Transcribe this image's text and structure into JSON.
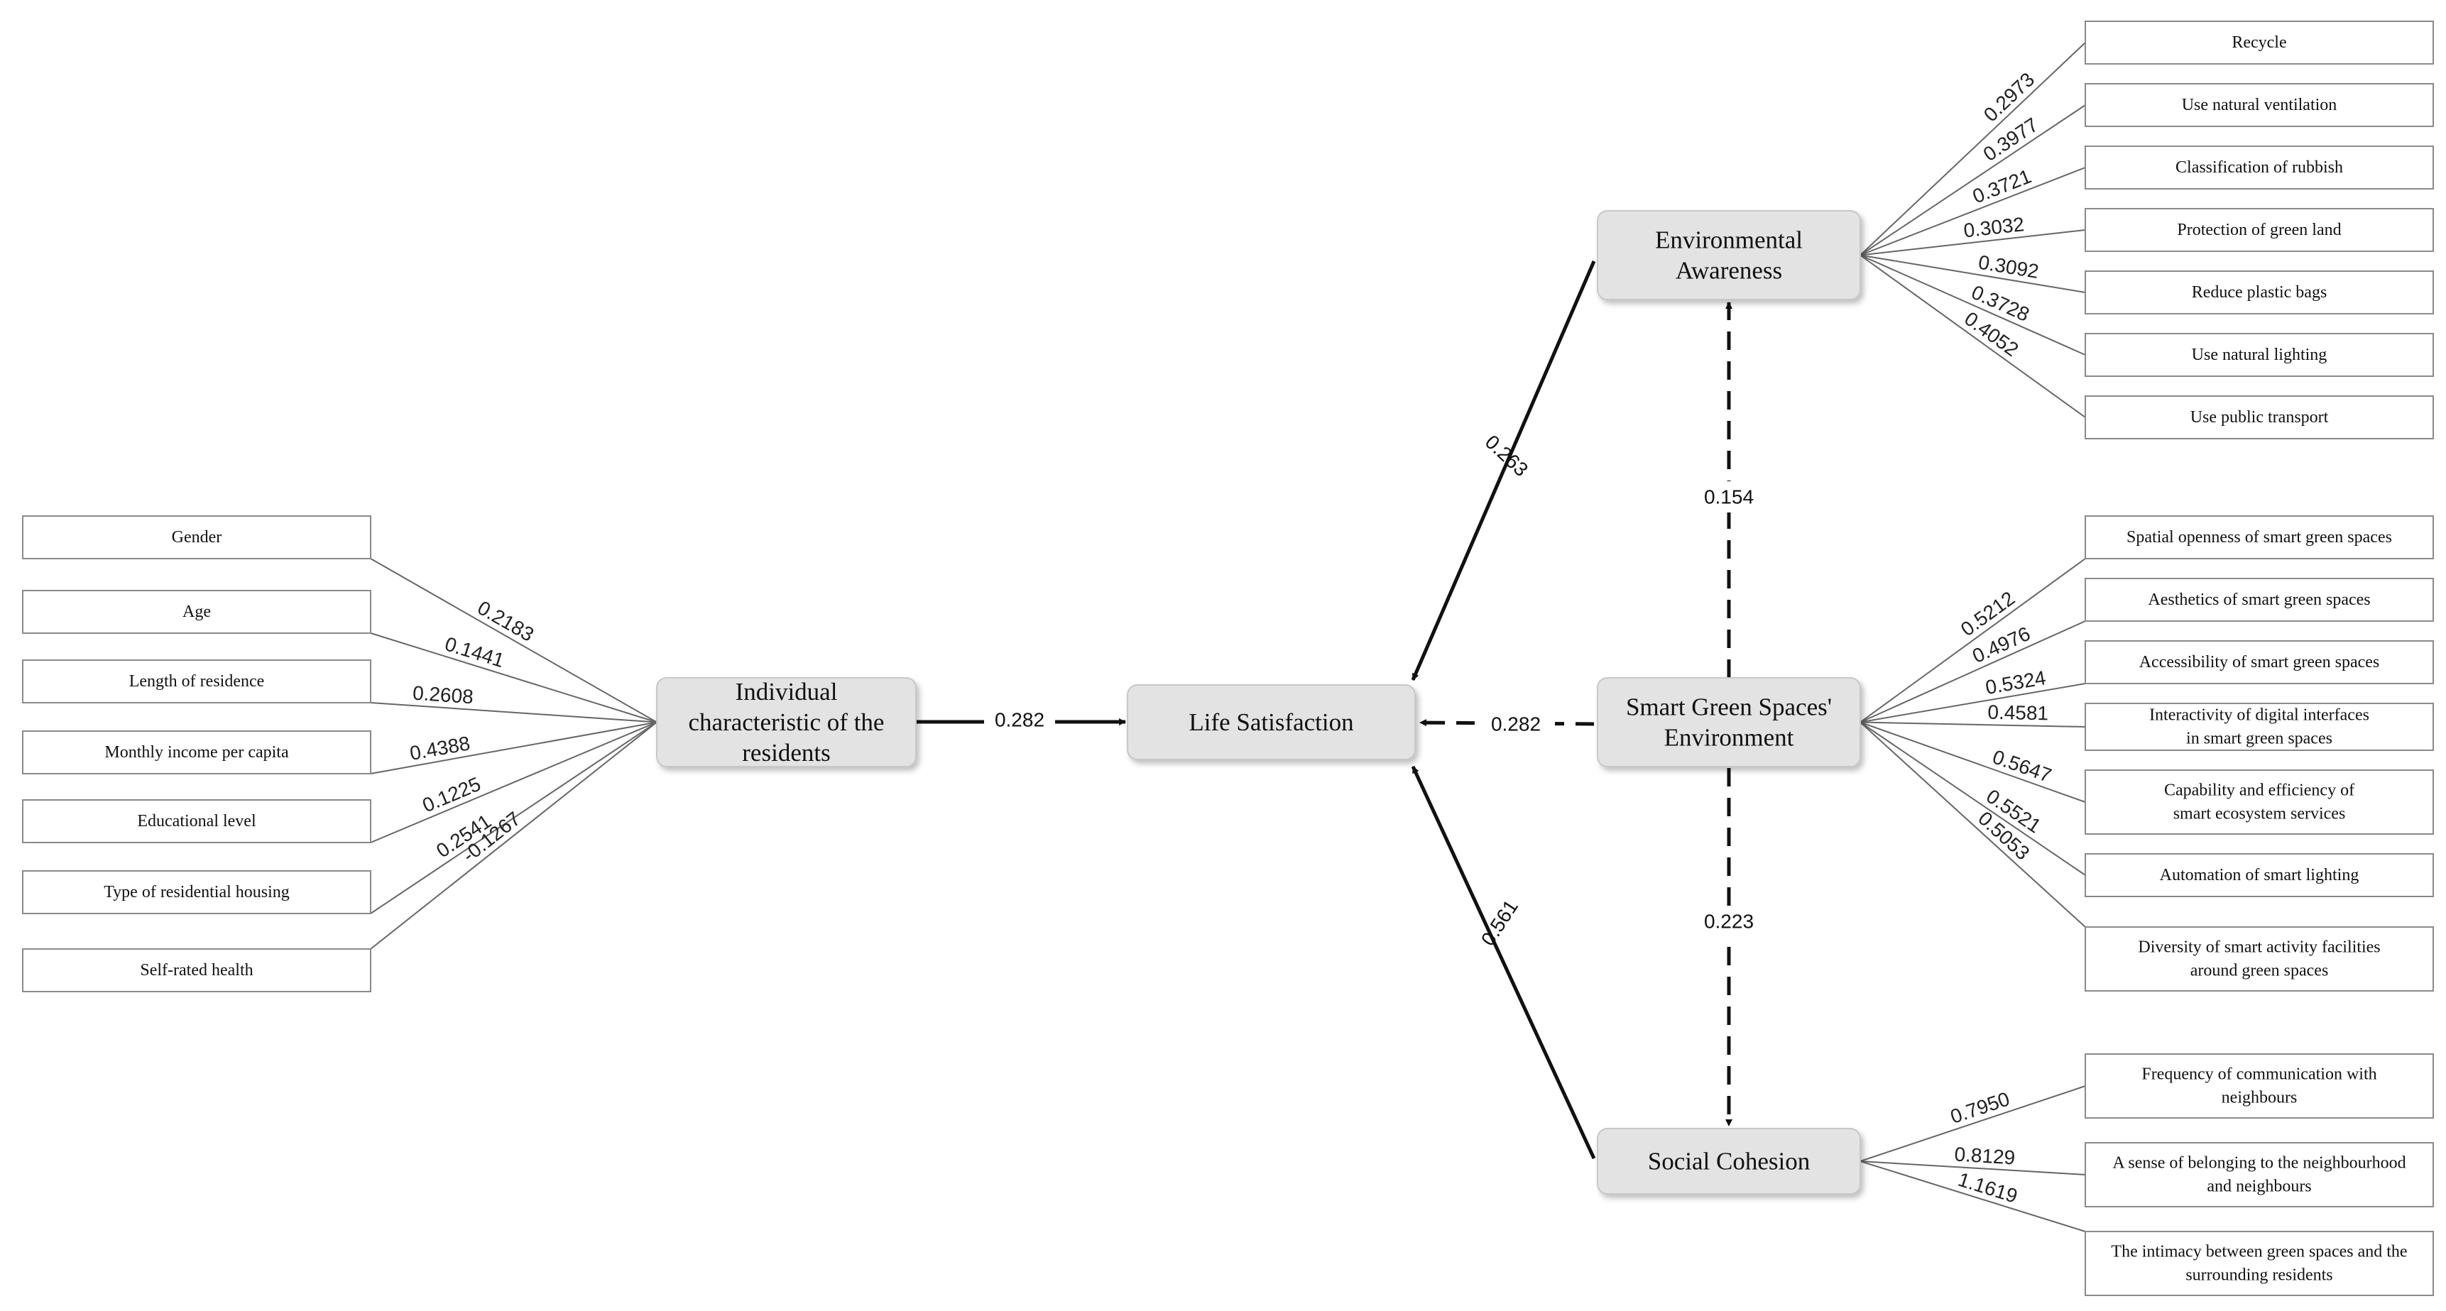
{
  "latents": {
    "individual": {
      "lines": [
        "Individual",
        "characteristic of the",
        "residents"
      ]
    },
    "life": {
      "lines": [
        "Life Satisfaction"
      ]
    },
    "env": {
      "lines": [
        "Environmental",
        "Awareness"
      ]
    },
    "sgs": {
      "lines": [
        "Smart Green Spaces'",
        "Environment"
      ]
    },
    "social": {
      "lines": [
        "Social Cohesion"
      ]
    }
  },
  "individual_indicators": [
    {
      "lines": [
        "Gender"
      ],
      "loading": "0.2183"
    },
    {
      "lines": [
        "Age"
      ],
      "loading": "0.1441"
    },
    {
      "lines": [
        "Length of residence"
      ],
      "loading": "0.2608"
    },
    {
      "lines": [
        "Monthly income per capita"
      ],
      "loading": "0.4388"
    },
    {
      "lines": [
        "Educational level"
      ],
      "loading": "0.1225"
    },
    {
      "lines": [
        "Type of residential housing"
      ],
      "loading": "0.2541"
    },
    {
      "lines": [
        "Self-rated health"
      ],
      "loading": "-0.1267"
    }
  ],
  "env_indicators": [
    {
      "lines": [
        "Recycle"
      ],
      "loading": "0.2973"
    },
    {
      "lines": [
        "Use natural ventilation"
      ],
      "loading": "0.3977"
    },
    {
      "lines": [
        "Classification of rubbish"
      ],
      "loading": "0.3721"
    },
    {
      "lines": [
        "Protection of green land"
      ],
      "loading": "0.3032"
    },
    {
      "lines": [
        "Reduce plastic bags"
      ],
      "loading": "0.3092"
    },
    {
      "lines": [
        "Use natural lighting"
      ],
      "loading": "0.3728"
    },
    {
      "lines": [
        "Use public transport"
      ],
      "loading": "0.4052"
    }
  ],
  "sgs_indicators": [
    {
      "lines": [
        "Spatial openness of smart green spaces"
      ],
      "loading": "0.5212"
    },
    {
      "lines": [
        "Aesthetics of smart green spaces"
      ],
      "loading": "0.4976"
    },
    {
      "lines": [
        "Accessibility of smart green spaces"
      ],
      "loading": "0.5324"
    },
    {
      "lines": [
        "Interactivity of digital interfaces",
        "in smart green spaces"
      ],
      "loading": "0.4581"
    },
    {
      "lines": [
        "Capability and efficiency of",
        "smart ecosystem services"
      ],
      "loading": "0.5647"
    },
    {
      "lines": [
        "Automation of smart lighting"
      ],
      "loading": "0.5521"
    },
    {
      "lines": [
        "Diversity of smart activity facilities",
        "around green spaces"
      ],
      "loading": "0.5053"
    }
  ],
  "social_indicators": [
    {
      "lines": [
        "Frequency of communication with",
        "neighbours"
      ],
      "loading": "0.7950"
    },
    {
      "lines": [
        "A sense of belonging to the neighbourhood",
        "and neighbours"
      ],
      "loading": "0.8129"
    },
    {
      "lines": [
        "The intimacy between green spaces and the",
        "surrounding residents"
      ],
      "loading": "1.1619"
    }
  ],
  "paths": {
    "individual_to_life": "0.282",
    "env_to_life": "0.263",
    "sgs_to_life": "0.282",
    "social_to_life": "0.561",
    "sgs_to_env": "0.154",
    "sgs_to_social": "0.223"
  },
  "colors": {
    "latent_fill": "#e3e3e3",
    "latent_border": "#c8c8c8",
    "indicator_border": "#8a8a8a",
    "loading_line": "#666666",
    "arrow": "#111111"
  }
}
